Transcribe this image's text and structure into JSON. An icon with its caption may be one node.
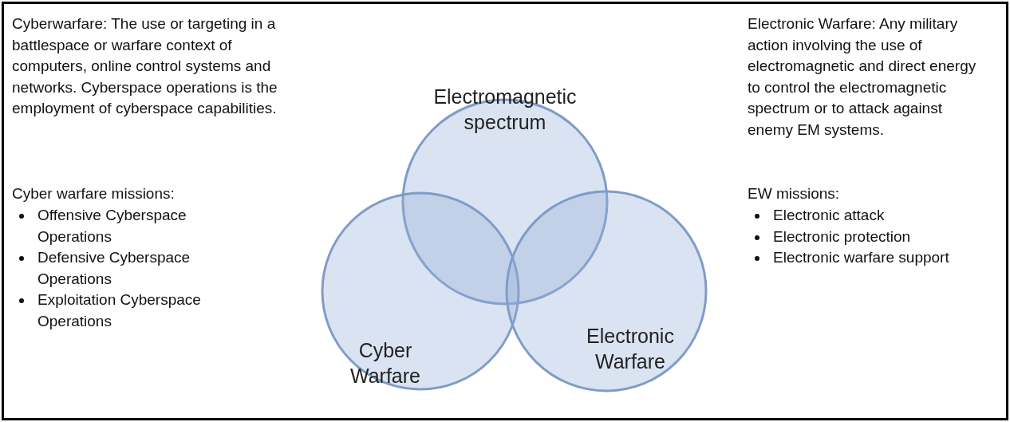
{
  "diagram": {
    "nodes": [
      {
        "text": [
          "Electromagnetic spectrum"
        ]
      },
      {
        "text": [
          "Cyber Warfare"
        ]
      },
      {
        "text": [
          "Electronic Warfare"
        ]
      }
    ],
    "labels": [
      "Cyberwarfare: The use or targeting in a battlespace or warfare context of computers, online control systems and networks. Cyberspace operations is the employment of cyberspace capabilities.",
      "Cyber warfare missions:",
      "Offensive Cyberspace Operations",
      "Defensive Cyberspace Operations",
      "Exploitation Cyberspace Operations",
      "Electronic Warfare: Any military action involving the use of electromagnetic and direct energy to control the electromagnetic spectrum or to attack against enemy EM systems.",
      "EW missions:",
      "Electronic attack",
      "Electronic protection",
      "Electronic warfare support"
    ]
  }
}
